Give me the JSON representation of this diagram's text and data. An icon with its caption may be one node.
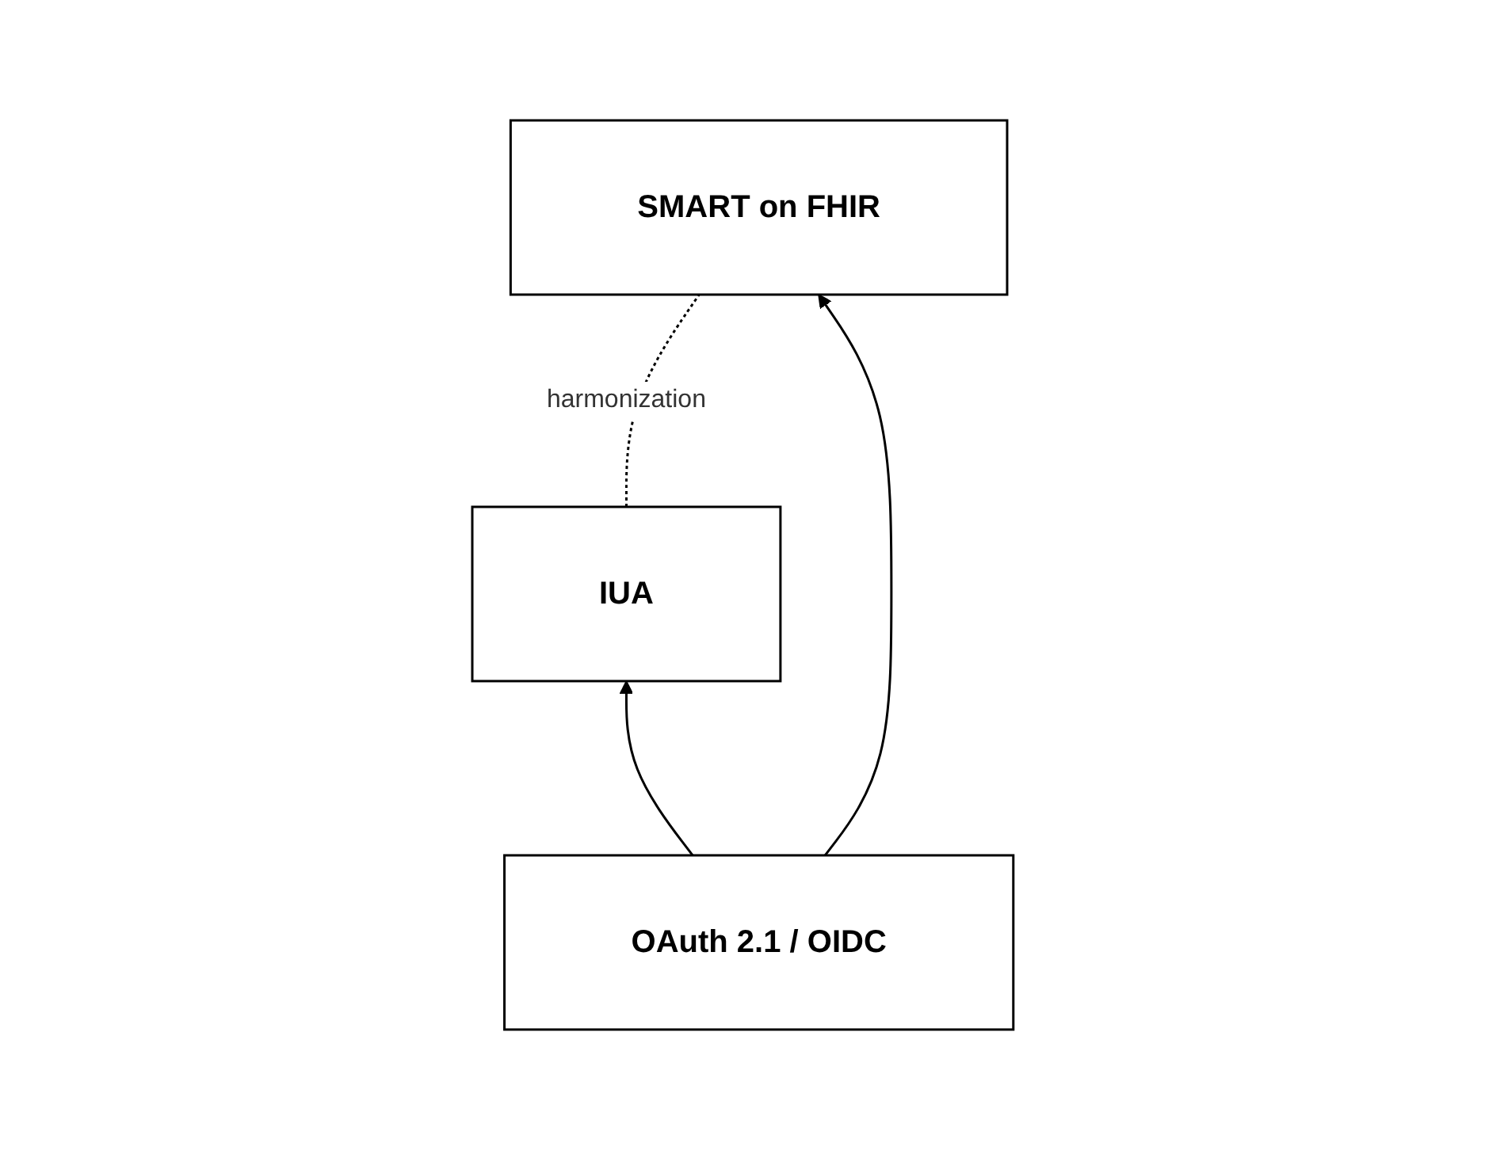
{
  "diagram": {
    "nodes": [
      {
        "text": [
          "IUA"
        ]
      },
      {
        "text": [
          "SMART on FHIR"
        ]
      },
      {
        "text": [
          "OAuth 2.1 / OIDC"
        ]
      }
    ],
    "edges": [
      {
        "from": 0,
        "to": 1,
        "arrow": "none",
        "style": "dashed",
        "label": "harmonization"
      },
      {
        "from": 2,
        "to": 0,
        "arrow": "to"
      },
      {
        "from": 2,
        "to": 1,
        "arrow": "to"
      }
    ]
  }
}
